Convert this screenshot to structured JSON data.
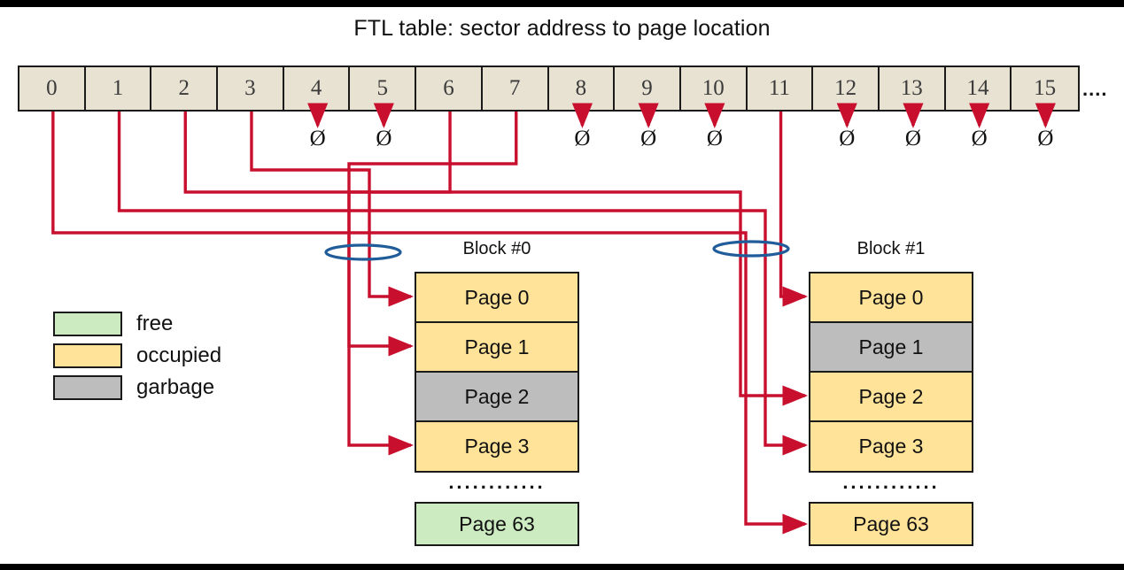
{
  "title": "FTL table: sector address to page location",
  "colors": {
    "wire": "#C8102E",
    "ring": "#1F5C99",
    "table_cell": "#E8E2D3",
    "occupied": "#FFE399",
    "garbage": "#BDBDBD",
    "free": "#CDEBC0",
    "outline": "#1A1A1A"
  },
  "ftl_table": {
    "cells": [
      "0",
      "1",
      "2",
      "3",
      "4",
      "5",
      "6",
      "7",
      "8",
      "9",
      "10",
      "11",
      "12",
      "13",
      "14",
      "15"
    ],
    "continuation": "....",
    "null_symbol": "Ø",
    "null_entries": [
      "4",
      "5",
      "8",
      "9",
      "10",
      "12",
      "13",
      "14",
      "15"
    ],
    "mapped_entries": [
      "0",
      "1",
      "2",
      "3",
      "6",
      "7",
      "11"
    ]
  },
  "blocks": [
    {
      "label": "Block #0",
      "ellipsis": "............",
      "pages": [
        {
          "label": "Page 0",
          "state": "occupied"
        },
        {
          "label": "Page 1",
          "state": "occupied"
        },
        {
          "label": "Page 2",
          "state": "garbage"
        },
        {
          "label": "Page 3",
          "state": "occupied"
        },
        {
          "label": "Page 63",
          "state": "free"
        }
      ]
    },
    {
      "label": "Block #1",
      "ellipsis": "............",
      "pages": [
        {
          "label": "Page 0",
          "state": "occupied"
        },
        {
          "label": "Page 1",
          "state": "garbage"
        },
        {
          "label": "Page 2",
          "state": "occupied"
        },
        {
          "label": "Page 3",
          "state": "occupied"
        },
        {
          "label": "Page 63",
          "state": "occupied"
        }
      ]
    }
  ],
  "legend": {
    "items": [
      {
        "label": "free",
        "state": "free"
      },
      {
        "label": "occupied",
        "state": "occupied"
      },
      {
        "label": "garbage",
        "state": "garbage"
      }
    ]
  },
  "mappings": [
    {
      "sector": "0",
      "block": "Block #1",
      "page": "Page 63"
    },
    {
      "sector": "1",
      "block": "Block #1",
      "page": "Page 3"
    },
    {
      "sector": "2",
      "block": "Block #1",
      "page": "Page 2"
    },
    {
      "sector": "3",
      "block": "Block #0",
      "page": "Page 0"
    },
    {
      "sector": "6",
      "block": "Block #0",
      "page": "Page 1"
    },
    {
      "sector": "7",
      "block": "Block #0",
      "page": "Page 3"
    },
    {
      "sector": "11",
      "block": "Block #1",
      "page": "Page 0"
    }
  ]
}
